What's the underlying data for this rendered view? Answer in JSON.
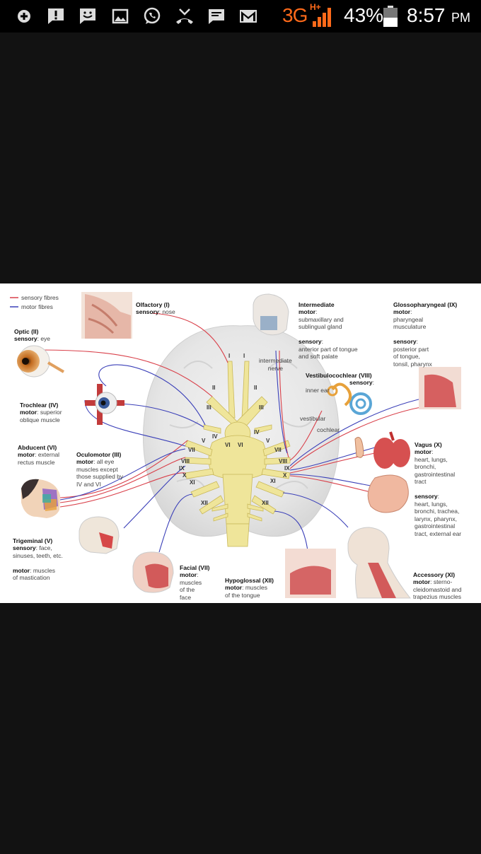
{
  "status_bar": {
    "icons": [
      "plus-badge-icon",
      "alert-icon",
      "smiley-icon",
      "image-icon",
      "whatsapp-icon",
      "missed-call-icon",
      "message-icon",
      "gmail-icon"
    ],
    "network": "3G",
    "network_sup": "H+",
    "battery": "43%",
    "time": "8:57",
    "ampm": "PM"
  },
  "diagram": {
    "legend": {
      "sensory": "sensory fibres",
      "motor": "motor fibres"
    },
    "colors": {
      "sensory": "#d9404a",
      "motor": "#3a3fb8",
      "nerve": "#efe59a"
    },
    "labels": {
      "olfactory": {
        "title": "Olfactory (I)",
        "k1": "sensory",
        "v1": ": nose"
      },
      "optic": {
        "title": "Optic (II)",
        "k1": "sensory",
        "v1": ": eye"
      },
      "trochlear": {
        "title": "Trochlear (IV)",
        "k1": "motor",
        "v1": ": superior\noblique muscle"
      },
      "abducent": {
        "title": "Abducent (VI)",
        "k1": "motor",
        "v1": ": external\nrectus muscle"
      },
      "oculomotor": {
        "title": "Oculomotor (III)",
        "k1": "motor",
        "v1": ": all eye\nmuscles except\nthose supplied by\nIV and VI"
      },
      "trigeminal": {
        "title": "Trigeminal (V)",
        "k1": "sensory",
        "v1": ": face,\nsinuses, teeth, etc.",
        "k2": "motor",
        "v2": ": muscles\nof mastication"
      },
      "facial": {
        "title": "Facial (VII)",
        "k1": "motor",
        "v1": ":\nmuscles\nof the\nface"
      },
      "hypoglossal": {
        "title": "Hypoglossal (XII)",
        "k1": "motor",
        "v1": ": muscles\nof the tongue"
      },
      "intermediate": {
        "title": "Intermediate",
        "k1": "motor",
        "v1": ":\nsubmaxillary and\nsublingual gland",
        "k2": "sensory",
        "v2": ":\nanterior part of tongue\nand soft palate"
      },
      "intermediate_nerve": "intermediate\nnerve",
      "glossopharyngeal": {
        "title": "Glossopharyngeal (IX)",
        "k1": "motor",
        "v1": ":\npharyngeal\nmusculature",
        "k2": "sensory",
        "v2": ":\nposterior part\nof tongue,\ntonsil, pharynx"
      },
      "vestibulocochlear": {
        "title": "Vestibulocochlear (VIII)",
        "k1": "sensory",
        "v1": ":\ninner ear"
      },
      "vestibular": "vestibular",
      "cochlear": "cochlear",
      "vagus": {
        "title": "Vagus (X)",
        "k1": "motor",
        "v1": ":\nheart, lungs,\nbronchi,\ngastrointestinal\ntract",
        "k2": "sensory",
        "v2": ":\nheart, lungs,\nbronchi, trachea,\nlarynx, pharynx,\ngastrointestinal\ntract, external ear"
      },
      "accessory": {
        "title": "Accessory (XI)",
        "k1": "motor",
        "v1": ": sterno-\ncleidomastoid and\ntrapezius muscles"
      }
    },
    "numerals": {
      "i_left": "I",
      "i_right": "I",
      "ii_left": "II",
      "ii_right": "II",
      "iii_left": "III",
      "iii_right": "III",
      "iv_left": "IV",
      "iv_right": "IV",
      "v_left": "V",
      "v_right": "V",
      "vi_left": "VI",
      "vi_right": "VI",
      "vii_left": "VII",
      "vii_right": "VII",
      "viii_left": "VIII",
      "viii_right": "VIII",
      "ix_left": "IX",
      "ix_right": "IX",
      "x_left": "X",
      "x_right": "X",
      "xi_left": "XI",
      "xi_right": "XI",
      "xii_left": "XII",
      "xii_right": "XII"
    }
  }
}
